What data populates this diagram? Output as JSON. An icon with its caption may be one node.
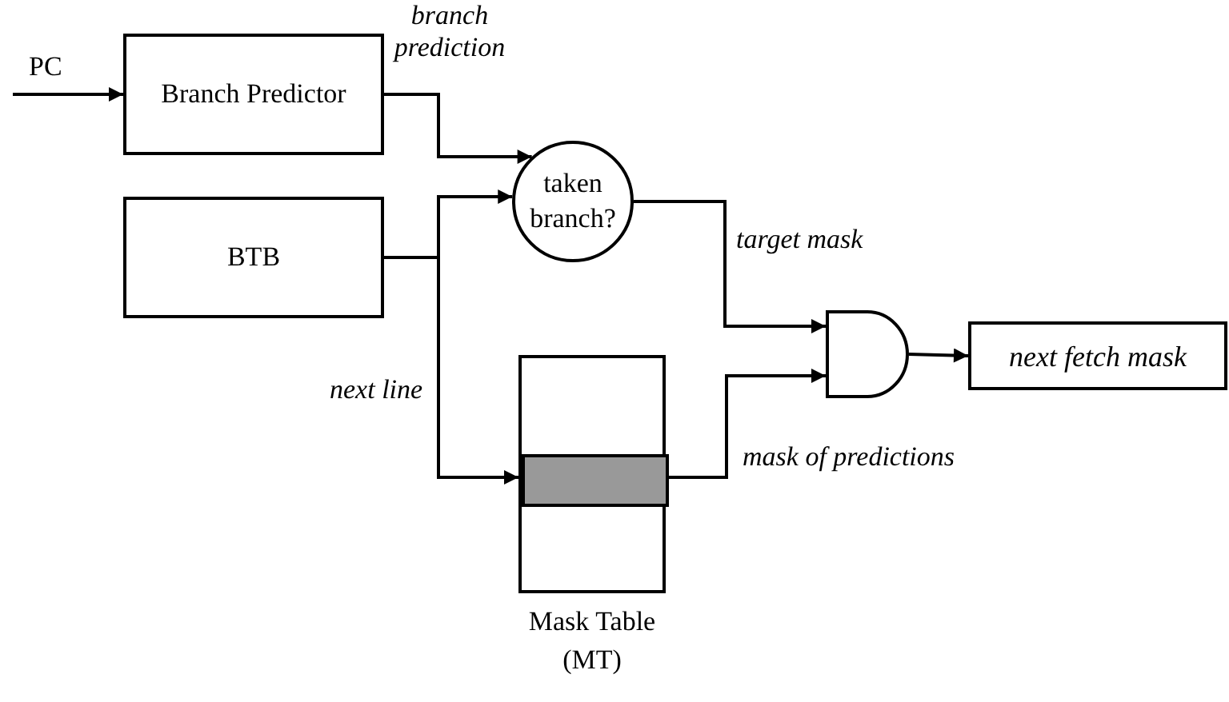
{
  "diagram": {
    "nodes": [
      {
        "text": [
          "Branch Predictor"
        ]
      },
      {
        "text": [
          "taken branch?"
        ]
      },
      {
        "text": [
          "BTB"
        ]
      },
      {
        "text": [
          "Mask Table (MT)"
        ]
      },
      {
        "text": [],
        "shape": "bar",
        "in": 3
      },
      {
        "text": [],
        "shape": "gate"
      },
      {
        "text": [
          "next fetch mask"
        ]
      }
    ],
    "edges": [
      {
        "from": null,
        "to": 0,
        "arrow": "to",
        "label": "PC"
      },
      {
        "from": 0,
        "to": 1,
        "arrow": "to",
        "label": "branch prediction"
      },
      {
        "from": 2,
        "to": 1,
        "arrow": "to"
      },
      {
        "from": 2,
        "to": 4,
        "arrow": "to",
        "label": "next line"
      },
      {
        "from": 1,
        "to": 5,
        "arrow": "to",
        "label": "target mask"
      },
      {
        "from": 4,
        "to": 5,
        "arrow": "to",
        "label": "mask of predictions"
      },
      {
        "from": 5,
        "to": 6,
        "arrow": "to"
      }
    ]
  }
}
